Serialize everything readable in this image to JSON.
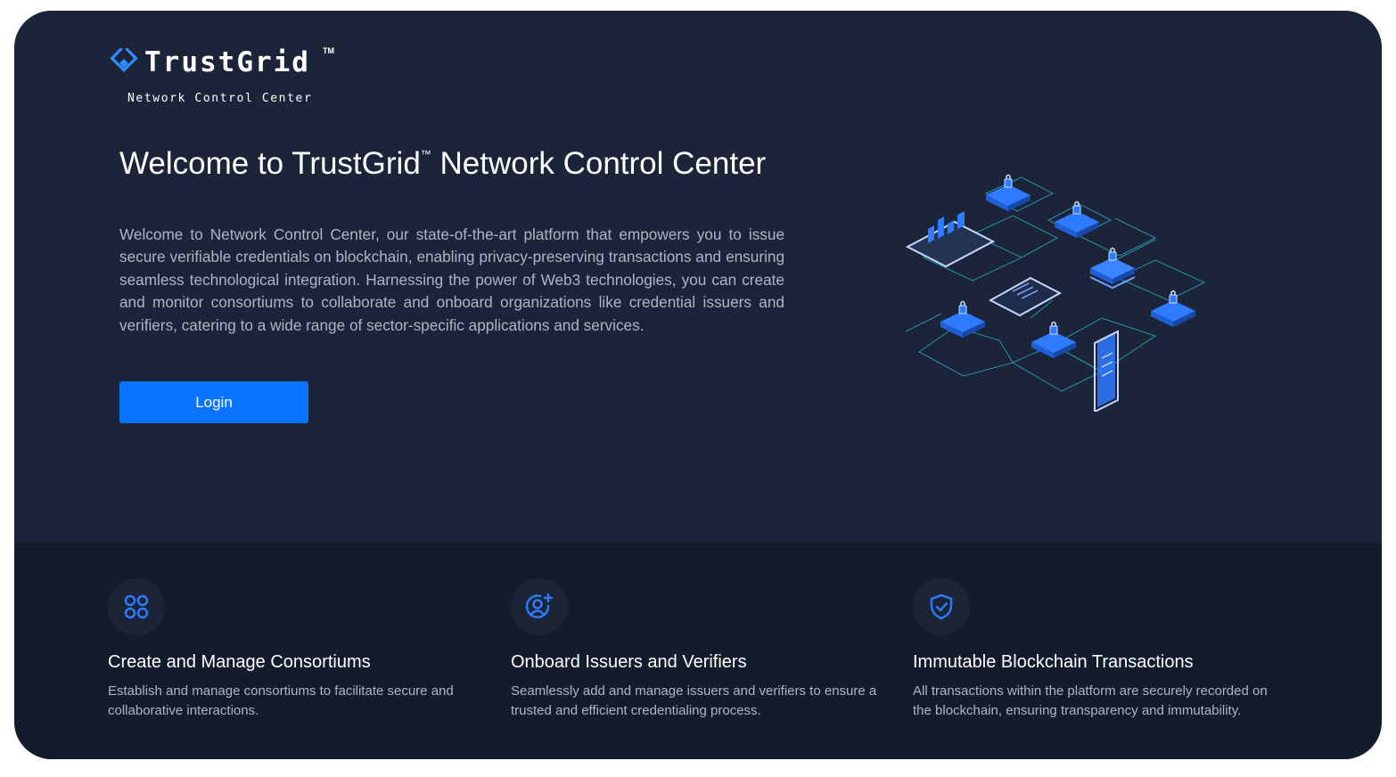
{
  "brand": {
    "name": "TrustGrid",
    "tm": "TM",
    "subtitle": "Network Control Center",
    "accent": "#0a73ff"
  },
  "hero": {
    "title_pre": "Welcome to TrustGrid",
    "title_tm": "™",
    "title_post": " Network Control Center",
    "description": "Welcome to Network Control Center, our state-of-the-art platform that empowers you to issue secure verifiable credentials on blockchain, enabling privacy-preserving transactions and ensuring seamless technological integration. Harnessing the power of Web3 technologies, you can create and monitor consortiums to collaborate and onboard organizations like credential issuers and verifiers, catering to a wide range of sector-specific applications and services.",
    "login_label": "Login",
    "illustration_icon": "blockchain-network-illustration"
  },
  "features": [
    {
      "icon": "consortium-grid-icon",
      "title": "Create and Manage Consortiums",
      "description": "Establish and manage consortiums to facilitate secure and collaborative interactions."
    },
    {
      "icon": "add-user-icon",
      "title": "Onboard Issuers and Verifiers",
      "description": "Seamlessly add and manage issuers and verifiers to ensure a trusted and efficient credentialing process."
    },
    {
      "icon": "shield-check-icon",
      "title": "Immutable Blockchain Transactions",
      "description": "All transactions within the platform are securely recorded on the blockchain, ensuring transparency and immutability."
    }
  ],
  "colors": {
    "hero_bg": "#1b2439",
    "features_bg": "#131b2c",
    "text_muted": "#aeb5c4"
  }
}
